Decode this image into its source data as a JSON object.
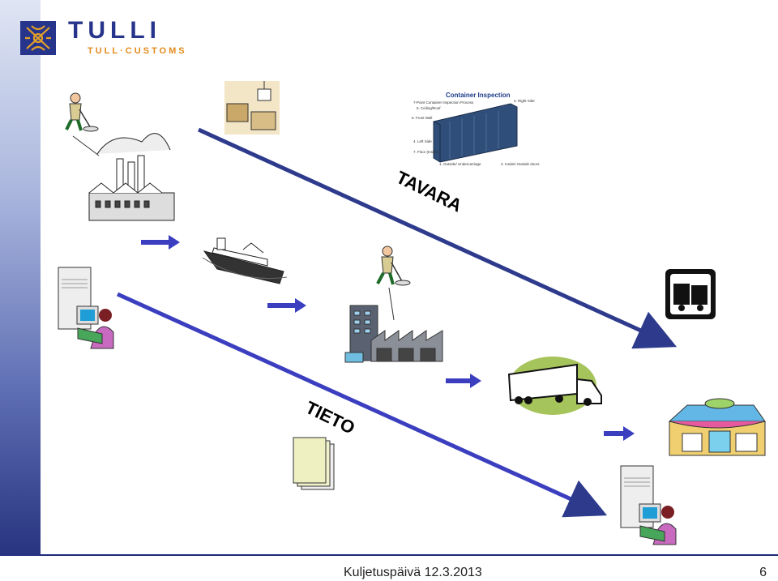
{
  "logo": {
    "title": "TULLI",
    "subtitle": "TULL·CUSTOMS",
    "emblem": "tulli-emblem-icon"
  },
  "flows": {
    "goods_label": "TAVARA",
    "info_label": "TIETO"
  },
  "inspection": {
    "title": "Container Inspection",
    "steps": [
      "7-Point Container Inspection Process",
      "3. Right Side",
      "6. Ceiling/Roof",
      "5. Front Wall",
      "4. Left Side",
      "7. Floor (Inside)",
      "1. Outside/ Undercarriage",
      "2. Inside/ Outside doors"
    ]
  },
  "footer": {
    "text": "Kuljetuspäivä 12.3.2013",
    "page": "6"
  },
  "colors": {
    "brand": "#27348b",
    "accent": "#e38a1b",
    "arrow": "#3b3fbf",
    "flow_line": "#2e3a8c"
  },
  "icons": [
    "worker-icon",
    "factory-icon",
    "crates-crane-icon",
    "container-icon",
    "ship-icon",
    "computer-user-icon",
    "warehouse-icon",
    "truck-icon",
    "shop-icon",
    "documents-icon",
    "cargo-truck-sign-icon"
  ]
}
